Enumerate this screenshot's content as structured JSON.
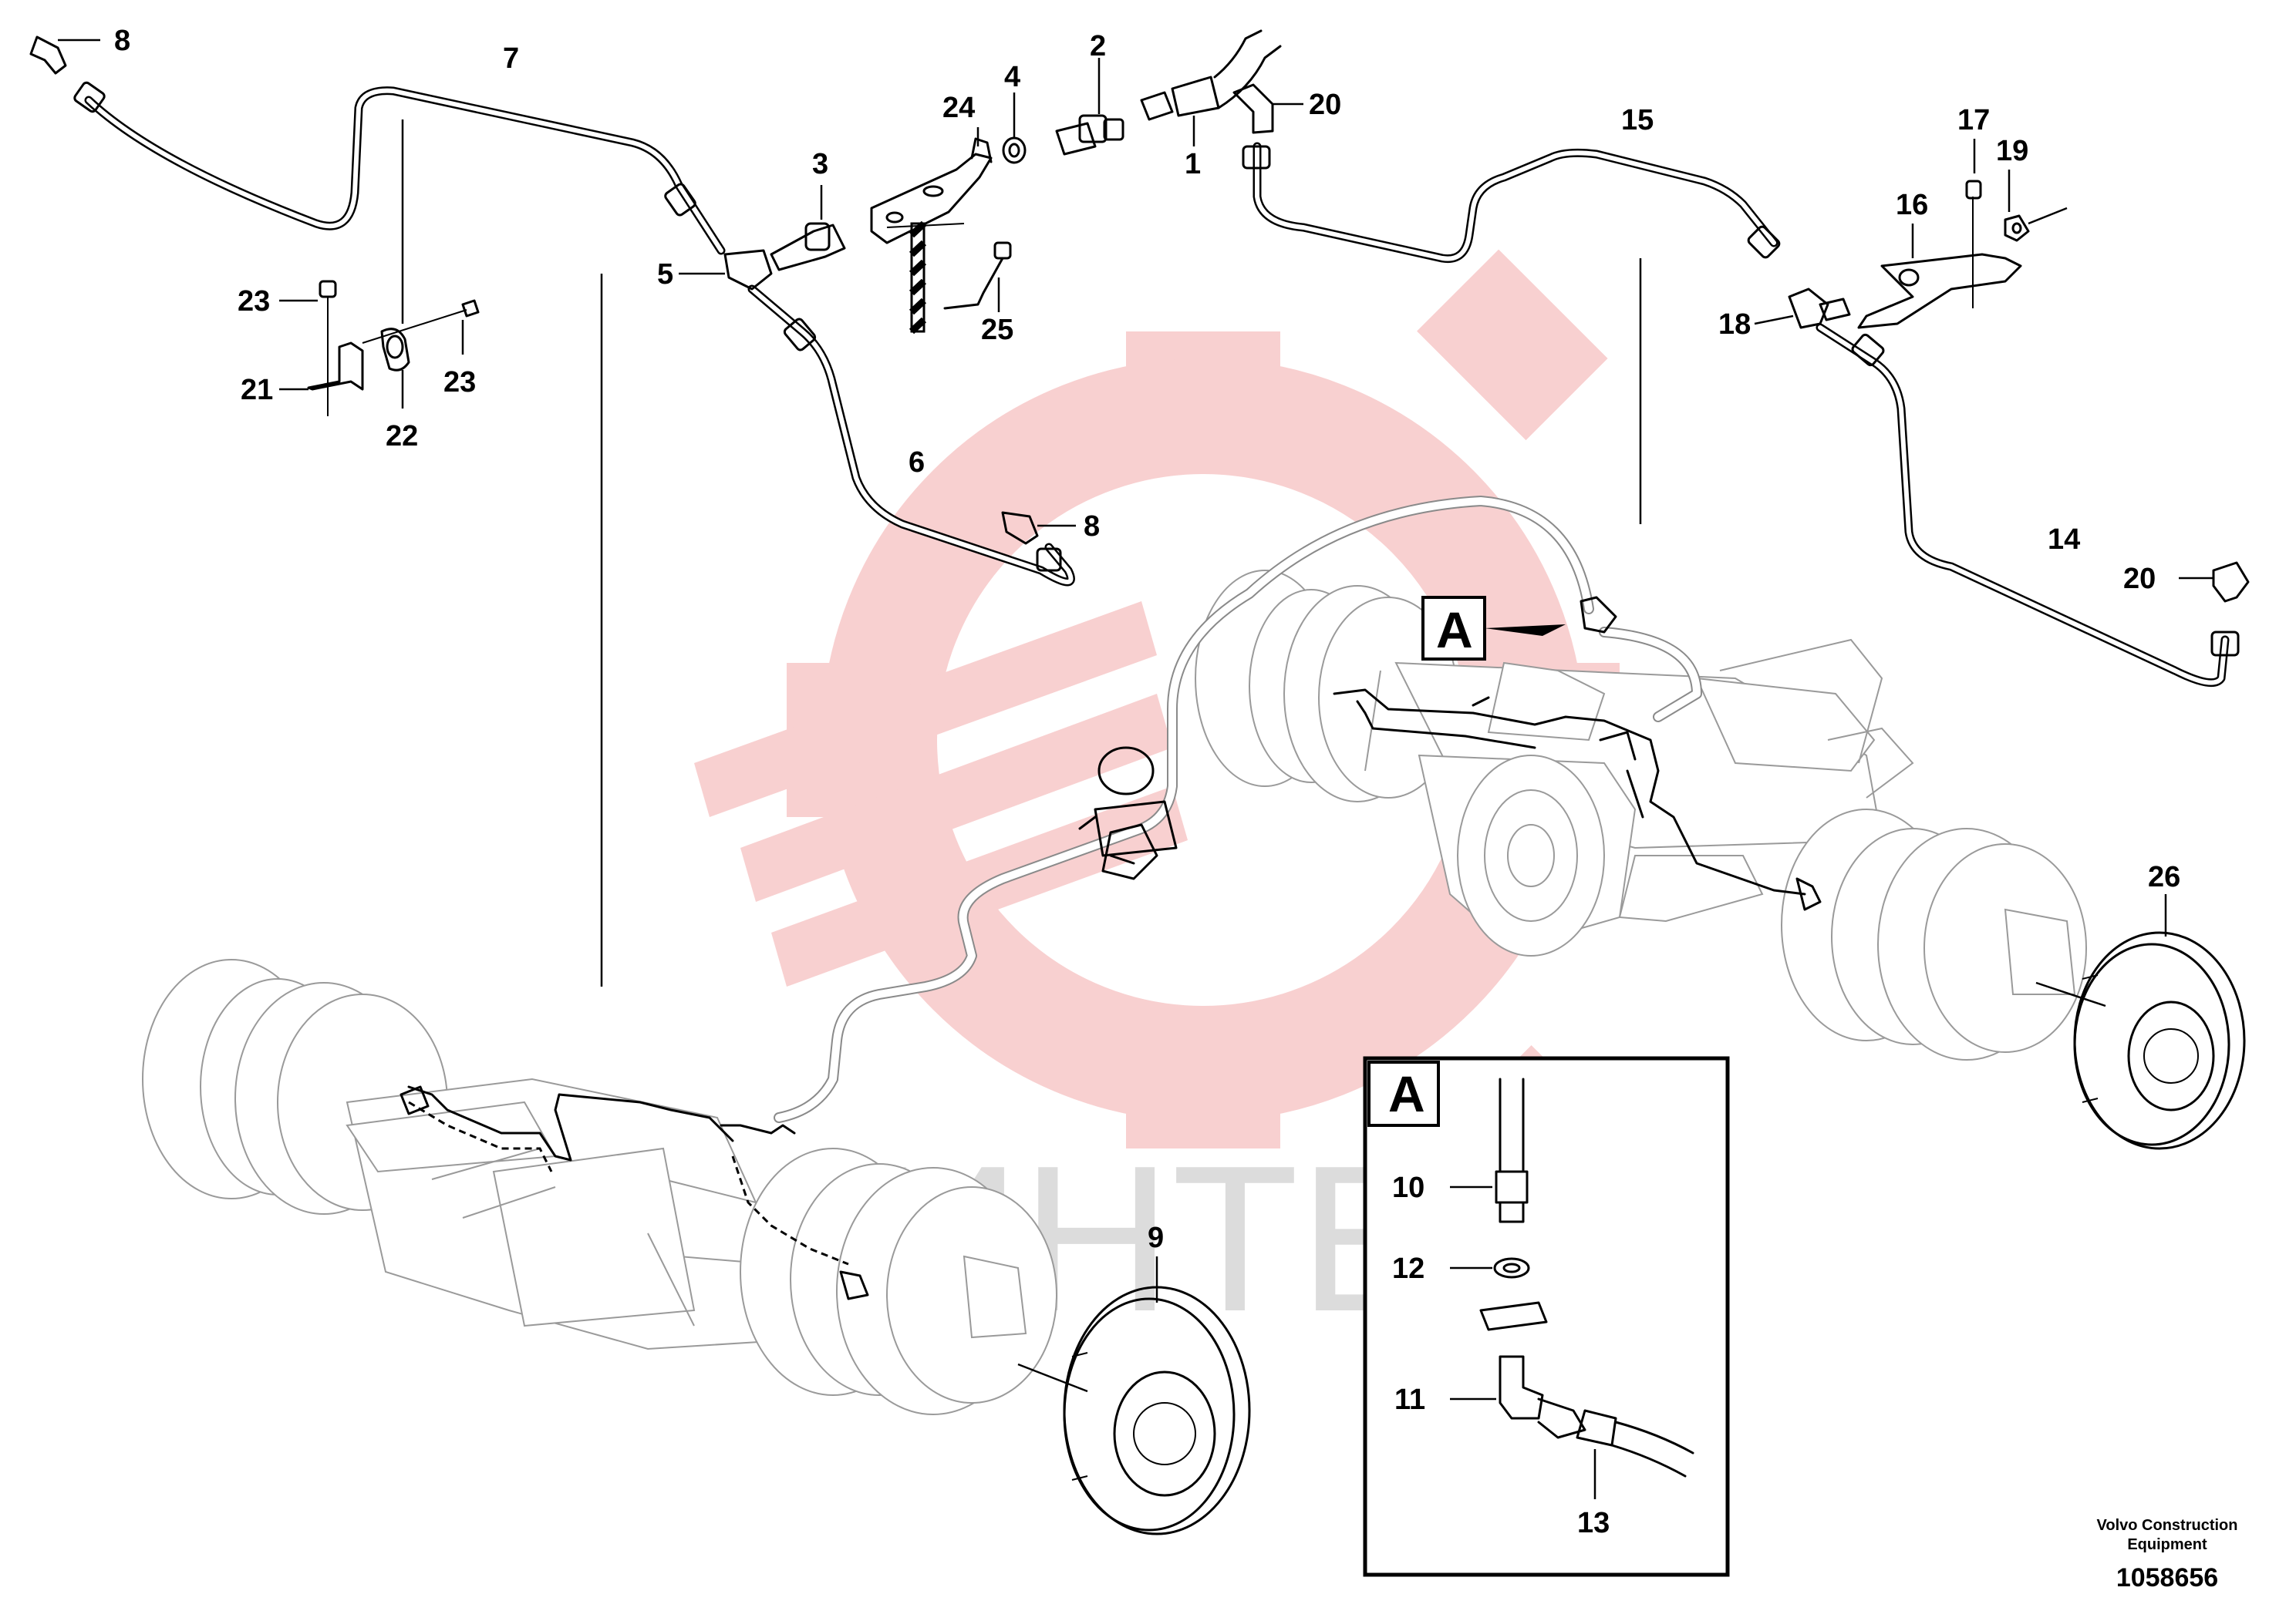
{
  "watermark": {
    "text": "ИНТЕХ",
    "gear_color": "#f2a9a9",
    "text_color": "#dcdcdc"
  },
  "callouts": {
    "c1": "1",
    "c2": "2",
    "c3": "3",
    "c4": "4",
    "c5": "5",
    "c6": "6",
    "c7": "7",
    "c8a": "8",
    "c8b": "8",
    "c9": "9",
    "c10": "10",
    "c11": "11",
    "c12": "12",
    "c13": "13",
    "c14": "14",
    "c15": "15",
    "c16": "16",
    "c17": "17",
    "c18": "18",
    "c19": "19",
    "c20a": "20",
    "c20b": "20",
    "c21": "21",
    "c22": "22",
    "c23a": "23",
    "c23b": "23",
    "c24": "24",
    "c25": "25",
    "c26": "26"
  },
  "detail": {
    "marker": "A",
    "box_label": "A"
  },
  "footer": {
    "brand_line1": "Volvo Construction",
    "brand_line2": "Equipment",
    "doc_number": "1058656"
  }
}
